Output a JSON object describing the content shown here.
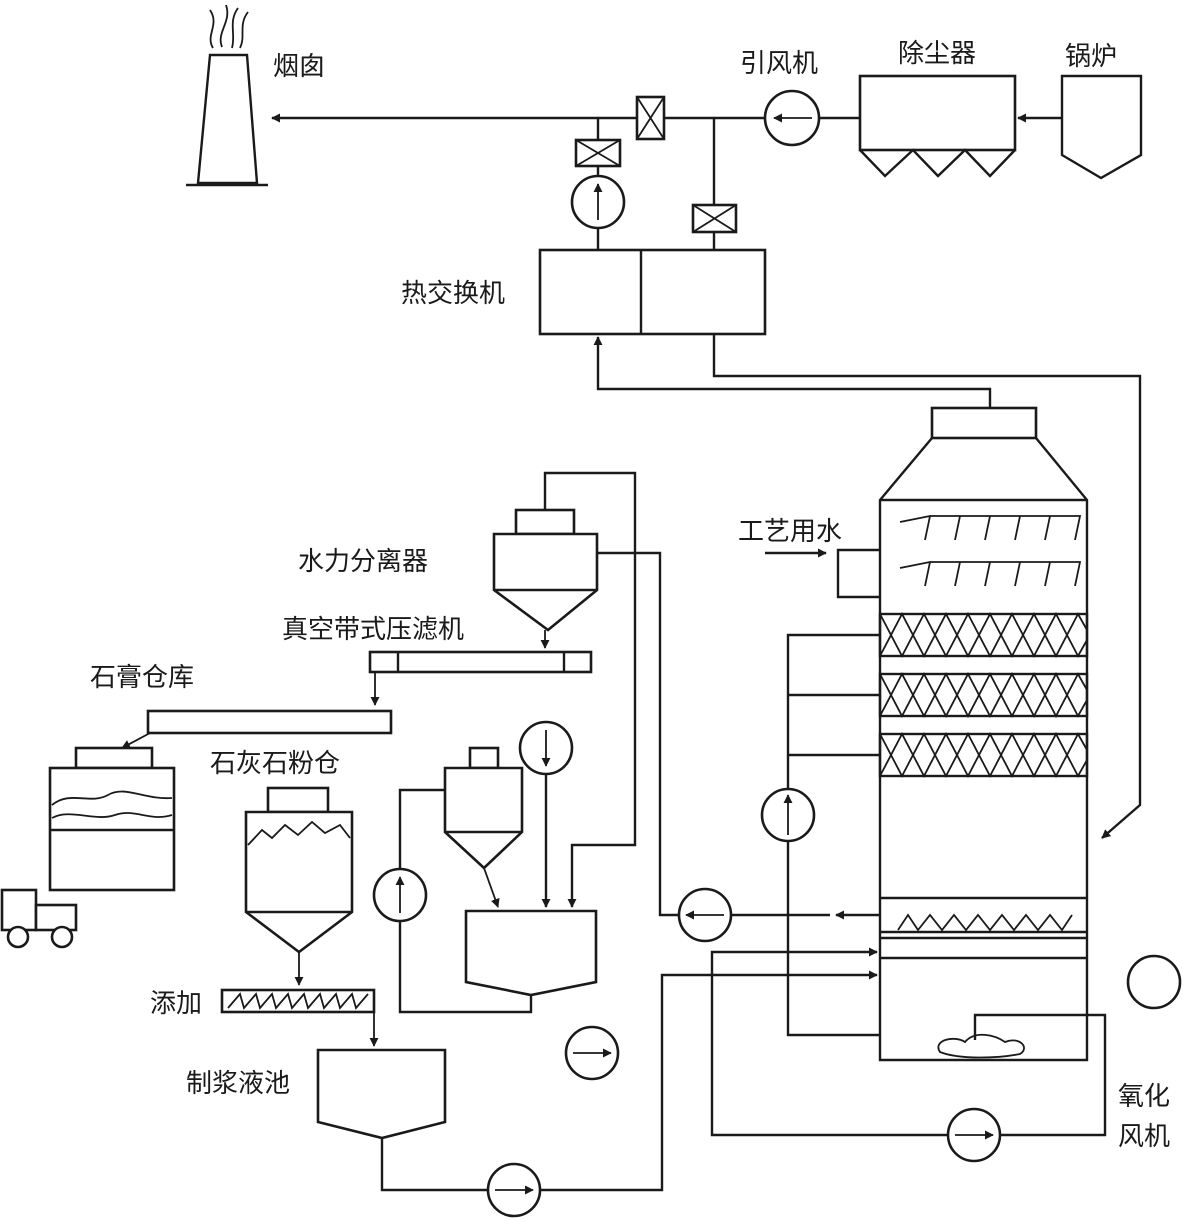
{
  "labels": {
    "chimney": "烟囱",
    "id_fan": "引风机",
    "dust_collector": "除尘器",
    "boiler": "锅炉",
    "heat_exchanger": "热交换机",
    "process_water": "工艺用水",
    "hydrocyclone": "水力分离器",
    "vacuum_belt_filter": "真空带式压滤机",
    "gypsum_storage": "石膏仓库",
    "limestone_silo": "石灰石粉仓",
    "additive": "添加",
    "slurry_tank": "制浆液池",
    "oxidation_fan_line1": "氧化",
    "oxidation_fan_line2": "风机"
  },
  "colors": {
    "line": "#1a1a1a",
    "background": "#ffffff"
  }
}
